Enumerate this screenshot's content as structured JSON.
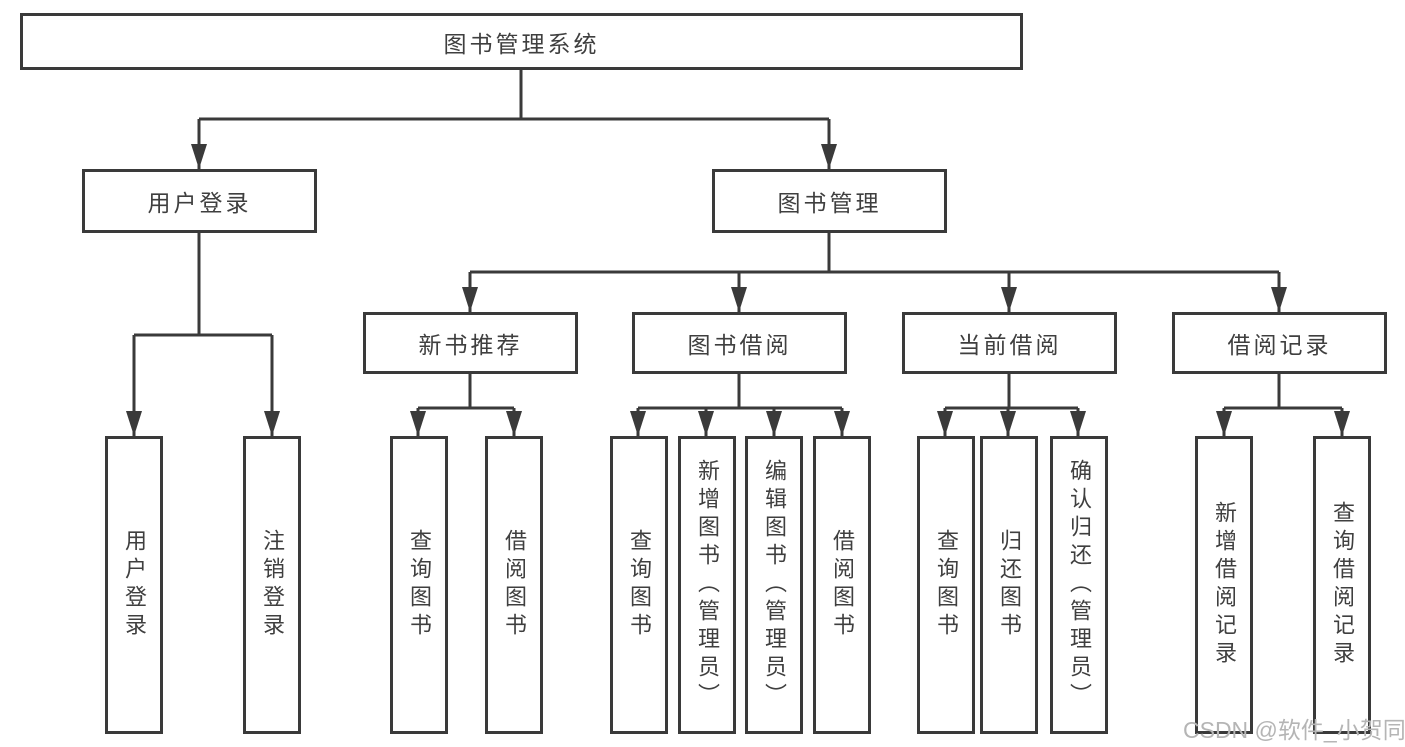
{
  "title_node": "图书管理系统",
  "branches": {
    "user_login": {
      "label": "用户登录",
      "children": [
        "用户登录",
        "注销登录"
      ]
    },
    "book_mgmt": {
      "label": "图书管理",
      "sections": [
        {
          "label": "新书推荐",
          "children": [
            "查询图书",
            "借阅图书"
          ]
        },
        {
          "label": "图书借阅",
          "children": [
            "查询图书",
            "新增图书（管理员）",
            "编辑图书（管理员）",
            "借阅图书"
          ]
        },
        {
          "label": "当前借阅",
          "children": [
            "查询图书",
            "归还图书",
            "确认归还（管理员）"
          ]
        },
        {
          "label": "借阅记录",
          "children": [
            "新增借阅记录",
            "查询借阅记录"
          ]
        }
      ]
    }
  },
  "watermark": "CSDN @软件_小贺同学",
  "colors": {
    "line": "#3a3a3a",
    "text": "#3f3f3f",
    "watermark": "#b5b5b5",
    "background": "#ffffff"
  }
}
